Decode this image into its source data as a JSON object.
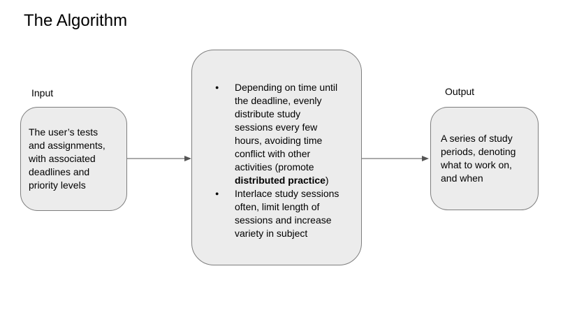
{
  "title": "The Algorithm",
  "colors": {
    "background": "#ffffff",
    "box_fill": "#ececec",
    "box_border": "#7d7d7d",
    "arrow": "#555555",
    "text": "#000000"
  },
  "diagram": {
    "input": {
      "label": "Input",
      "text": "The user’s tests\nand assignments,\nwith associated\ndeadlines and\npriority levels"
    },
    "algorithm": {
      "bullet_glyph": "●",
      "bullet1": {
        "before": "Depending on time until\nthe deadline, evenly\ndistribute study\nsessions every few\nhours, avoiding time\nconflict with other\nactivities (promote\n",
        "bold": "distributed practice",
        "after": ")"
      },
      "bullet2": "Interlace study sessions\noften, limit length of\nsessions and increase\nvariety in subject"
    },
    "output": {
      "label": "Output",
      "text": "A series of study\nperiods, denoting\nwhat to work on,\nand when"
    }
  }
}
